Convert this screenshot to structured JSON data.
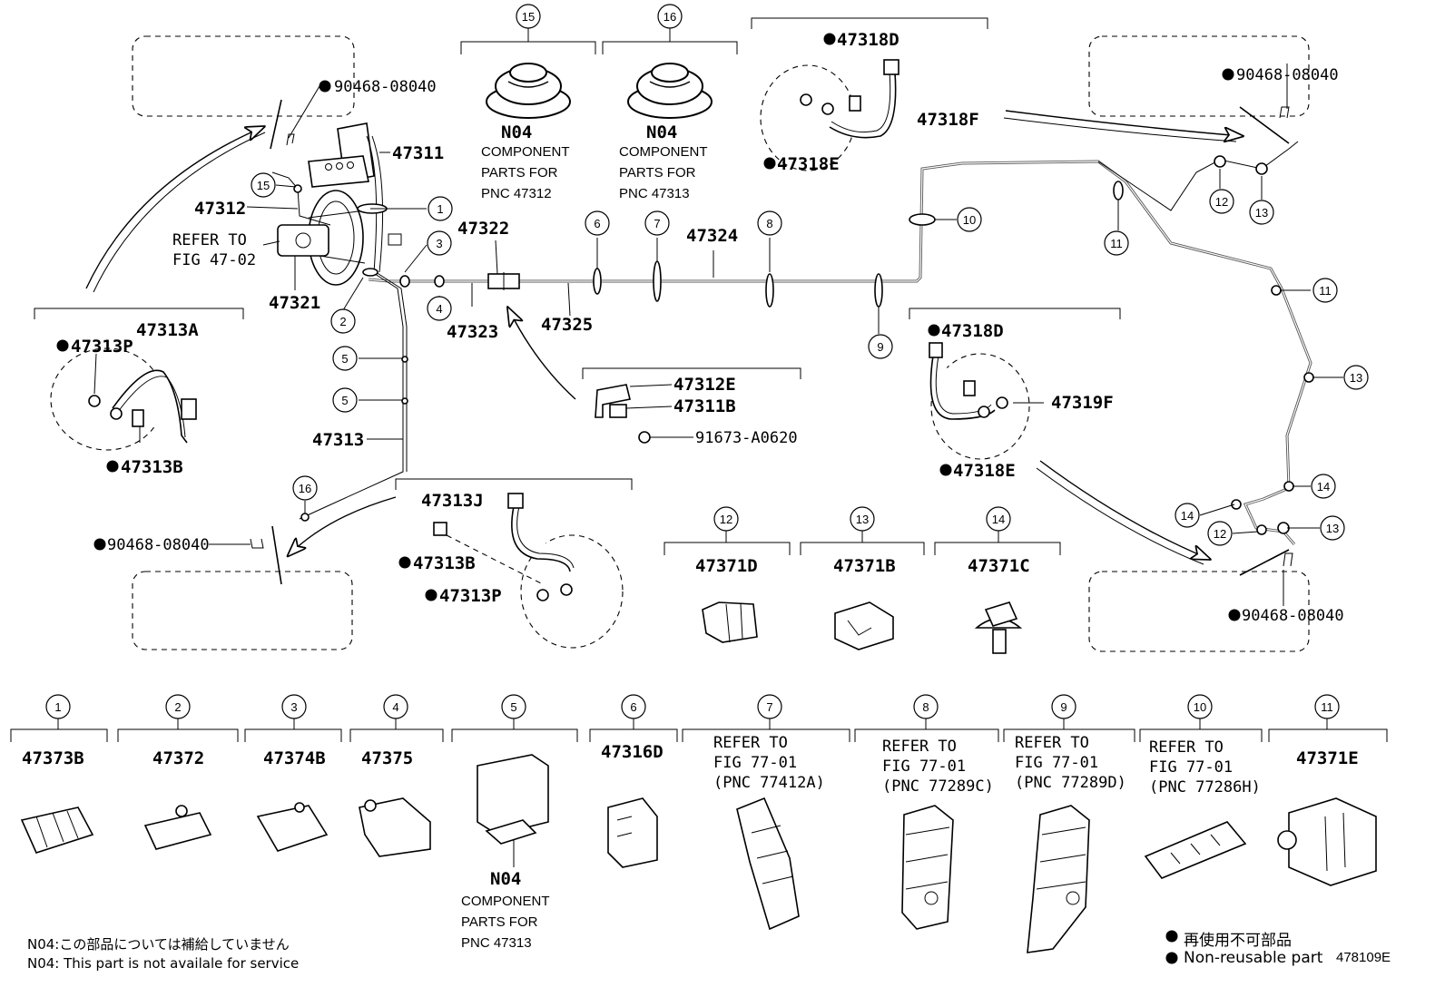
{
  "figure_id": "478109E",
  "labels": {
    "p47311": "47311",
    "p47312": "47312",
    "p47321": "47321",
    "refer_fig_4702_l1": "REFER TO",
    "refer_fig_4702_l2": "FIG 47-02",
    "p47322": "47322",
    "p47323": "47323",
    "p47324": "47324",
    "p47325": "47325",
    "p47313": "47313",
    "p47313A": "47313A",
    "p47313P_a": "47313P",
    "p47313B_a": "47313B",
    "p47313J": "47313J",
    "p47313B_b": "47313B",
    "p47313P_b": "47313P",
    "p47312E": "47312E",
    "p47311B": "47311B",
    "p91673": "91673-A0620",
    "p47318D_a": "47318D",
    "p47318F": "47318F",
    "p47318E_a": "47318E",
    "p47318D_b": "47318D",
    "p47319F": "47319F",
    "p47318E_b": "47318E",
    "clip_tl": "90468-08040",
    "clip_tr": "90468-08040",
    "clip_bl": "90468-08040",
    "clip_br": "90468-08040"
  },
  "grommet_boxes": [
    {
      "callout": "15",
      "code": "N04",
      "line1": "COMPONENT",
      "line2": "PARTS FOR",
      "line3": "PNC 47312"
    },
    {
      "callout": "16",
      "code": "N04",
      "line1": "COMPONENT",
      "line2": "PARTS FOR",
      "line3": "PNC 47313"
    }
  ],
  "clip_boxes_mid": [
    {
      "callout": "12",
      "part": "47371D"
    },
    {
      "callout": "13",
      "part": "47371B"
    },
    {
      "callout": "14",
      "part": "47371C"
    }
  ],
  "clip_boxes_bottom": [
    {
      "callout": "1",
      "part": "47373B"
    },
    {
      "callout": "2",
      "part": "47372"
    },
    {
      "callout": "3",
      "part": "47374B"
    },
    {
      "callout": "4",
      "part": "47375"
    },
    {
      "callout": "5",
      "code": "N04",
      "line1": "COMPONENT",
      "line2": "PARTS FOR",
      "line3": "PNC 47313"
    },
    {
      "callout": "6",
      "part": "47316D"
    },
    {
      "callout": "7",
      "ref1": "REFER TO",
      "ref2": "FIG 77-01",
      "ref3": "(PNC 77412A)"
    },
    {
      "callout": "8",
      "ref1": "REFER TO",
      "ref2": "FIG 77-01",
      "ref3": "(PNC 77289C)"
    },
    {
      "callout": "9",
      "ref1": "REFER TO",
      "ref2": "FIG 77-01",
      "ref3": "(PNC 77289D)"
    },
    {
      "callout": "10",
      "ref1": "REFER TO",
      "ref2": "FIG 77-01",
      "ref3": "(PNC 77286H)"
    },
    {
      "callout": "11",
      "part": "47371E"
    }
  ],
  "callouts": [
    "1",
    "2",
    "3",
    "4",
    "5",
    "6",
    "7",
    "8",
    "9",
    "10",
    "11",
    "12",
    "13",
    "14",
    "15",
    "16"
  ],
  "notes": {
    "n04_jp": "N04:この部品については補給していません",
    "n04_en": "N04: This part is not availale for service",
    "legend_jp": "再使用不可部品",
    "legend_en": "Non-reusable part"
  }
}
